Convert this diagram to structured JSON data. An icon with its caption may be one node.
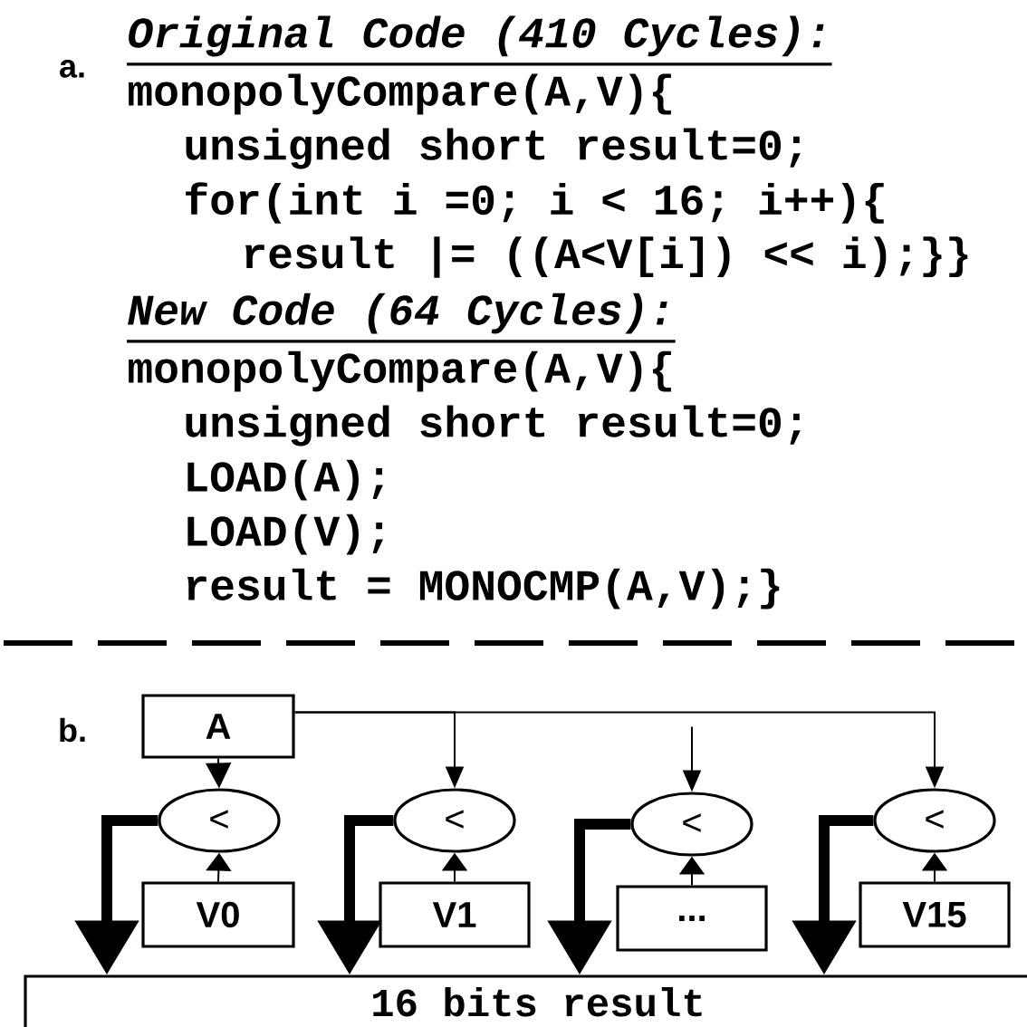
{
  "diagram": {
    "nodes": [
      {
        "text": [
          "A"
        ]
      },
      {
        "text": [
          "<"
        ]
      },
      {
        "text": [
          "<"
        ]
      },
      {
        "text": [
          "<"
        ]
      },
      {
        "text": [
          "<"
        ]
      },
      {
        "text": [
          "V0"
        ]
      },
      {
        "text": [
          "V1"
        ]
      },
      {
        "text": [
          "..."
        ]
      },
      {
        "text": [
          "V15"
        ]
      },
      {
        "text": [
          "16 bits result"
        ]
      }
    ],
    "edges": [
      {
        "from": 0,
        "to": 1,
        "arrow": "to"
      },
      {
        "from": 0,
        "to": 2,
        "arrow": "to"
      },
      {
        "from": null,
        "to": 3,
        "arrow": "to"
      },
      {
        "from": 0,
        "to": 4,
        "arrow": "to"
      },
      {
        "from": 5,
        "to": 1,
        "arrow": "to"
      },
      {
        "from": 6,
        "to": 2,
        "arrow": "to"
      },
      {
        "from": 7,
        "to": 3,
        "arrow": "to"
      },
      {
        "from": 8,
        "to": 4,
        "arrow": "to"
      },
      {
        "from": 1,
        "to": 9,
        "arrow": "to",
        "style": "thick"
      },
      {
        "from": 2,
        "to": 9,
        "arrow": "to",
        "style": "thick"
      },
      {
        "from": 3,
        "to": 9,
        "arrow": "to",
        "style": "thick"
      },
      {
        "from": 4,
        "to": 9,
        "arrow": "to",
        "style": "thick"
      }
    ],
    "labels": [
      "a.",
      "Original Code (410 Cycles):",
      "monopolyCompare(A,V){",
      "unsigned short result=0;",
      "for(int i =0; i < 16; i++){",
      "result |= ((A<V[i]) << i);}}",
      "New Code (64 Cycles):",
      "monopolyCompare(A,V){",
      "unsigned short result=0;",
      "LOAD(A);",
      "LOAD(V);",
      "result = MONOCMP(A,V);}",
      "b."
    ]
  }
}
